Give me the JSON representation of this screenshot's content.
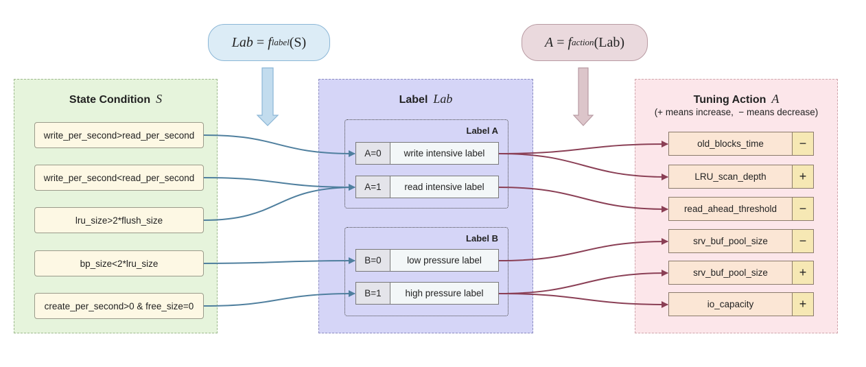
{
  "formulas": {
    "label_formula": {
      "lhs": "Lab",
      "eq": " = ",
      "f": "f",
      "sub": "label",
      "arg": "(S)"
    },
    "action_formula": {
      "lhs": "A",
      "eq": " = ",
      "f": "f",
      "sub": "action",
      "arg": "(Lab)"
    }
  },
  "state_panel": {
    "title": "State Condition",
    "symbol": "S",
    "conditions": [
      "write_per_second>read_per_second",
      "write_per_second<read_per_second",
      "lru_size>2*flush_size",
      "bp_size<2*lru_size",
      "create_per_second>0 & free_size=0"
    ]
  },
  "label_panel": {
    "title": "Label",
    "symbol": "Lab",
    "groups": [
      {
        "title": "Label A",
        "rows": [
          {
            "code": "A=0",
            "name": "write intensive label"
          },
          {
            "code": "A=1",
            "name": "read intensive label"
          }
        ]
      },
      {
        "title": "Label B",
        "rows": [
          {
            "code": "B=0",
            "name": "low pressure label"
          },
          {
            "code": "B=1",
            "name": "high pressure label"
          }
        ]
      }
    ]
  },
  "action_panel": {
    "title": "Tuning Action",
    "symbol": "A",
    "subtitle": "(+ means increase,  − means decrease)",
    "actions": [
      {
        "name": "old_blocks_time",
        "sign": "−"
      },
      {
        "name": "LRU_scan_depth",
        "sign": "+"
      },
      {
        "name": "read_ahead_threshold",
        "sign": "−"
      },
      {
        "name": "srv_buf_pool_size",
        "sign": "−"
      },
      {
        "name": "srv_buf_pool_size",
        "sign": "+"
      },
      {
        "name": "io_capacity",
        "sign": "+"
      }
    ]
  },
  "colors": {
    "state_bg": "#e6f4dc",
    "state_border": "#9bb88a",
    "label_bg": "#d5d5f7",
    "label_border": "#8a8ac0",
    "action_bg": "#fce6ea",
    "action_border": "#cfa3aa",
    "blue_link": "#4f7f9e",
    "red_link": "#8a3f55",
    "formula1_bg": "#dcecf6",
    "formula1_border": "#8bb6d6",
    "formula2_bg": "#ead9dd",
    "formula2_border": "#b89aa2"
  },
  "mappings": {
    "state_to_label": [
      [
        0,
        0
      ],
      [
        1,
        1
      ],
      [
        2,
        1
      ],
      [
        3,
        2
      ],
      [
        4,
        3
      ]
    ],
    "label_to_action": [
      [
        0,
        0
      ],
      [
        0,
        1
      ],
      [
        1,
        2
      ],
      [
        2,
        3
      ],
      [
        3,
        4
      ],
      [
        3,
        5
      ]
    ]
  }
}
